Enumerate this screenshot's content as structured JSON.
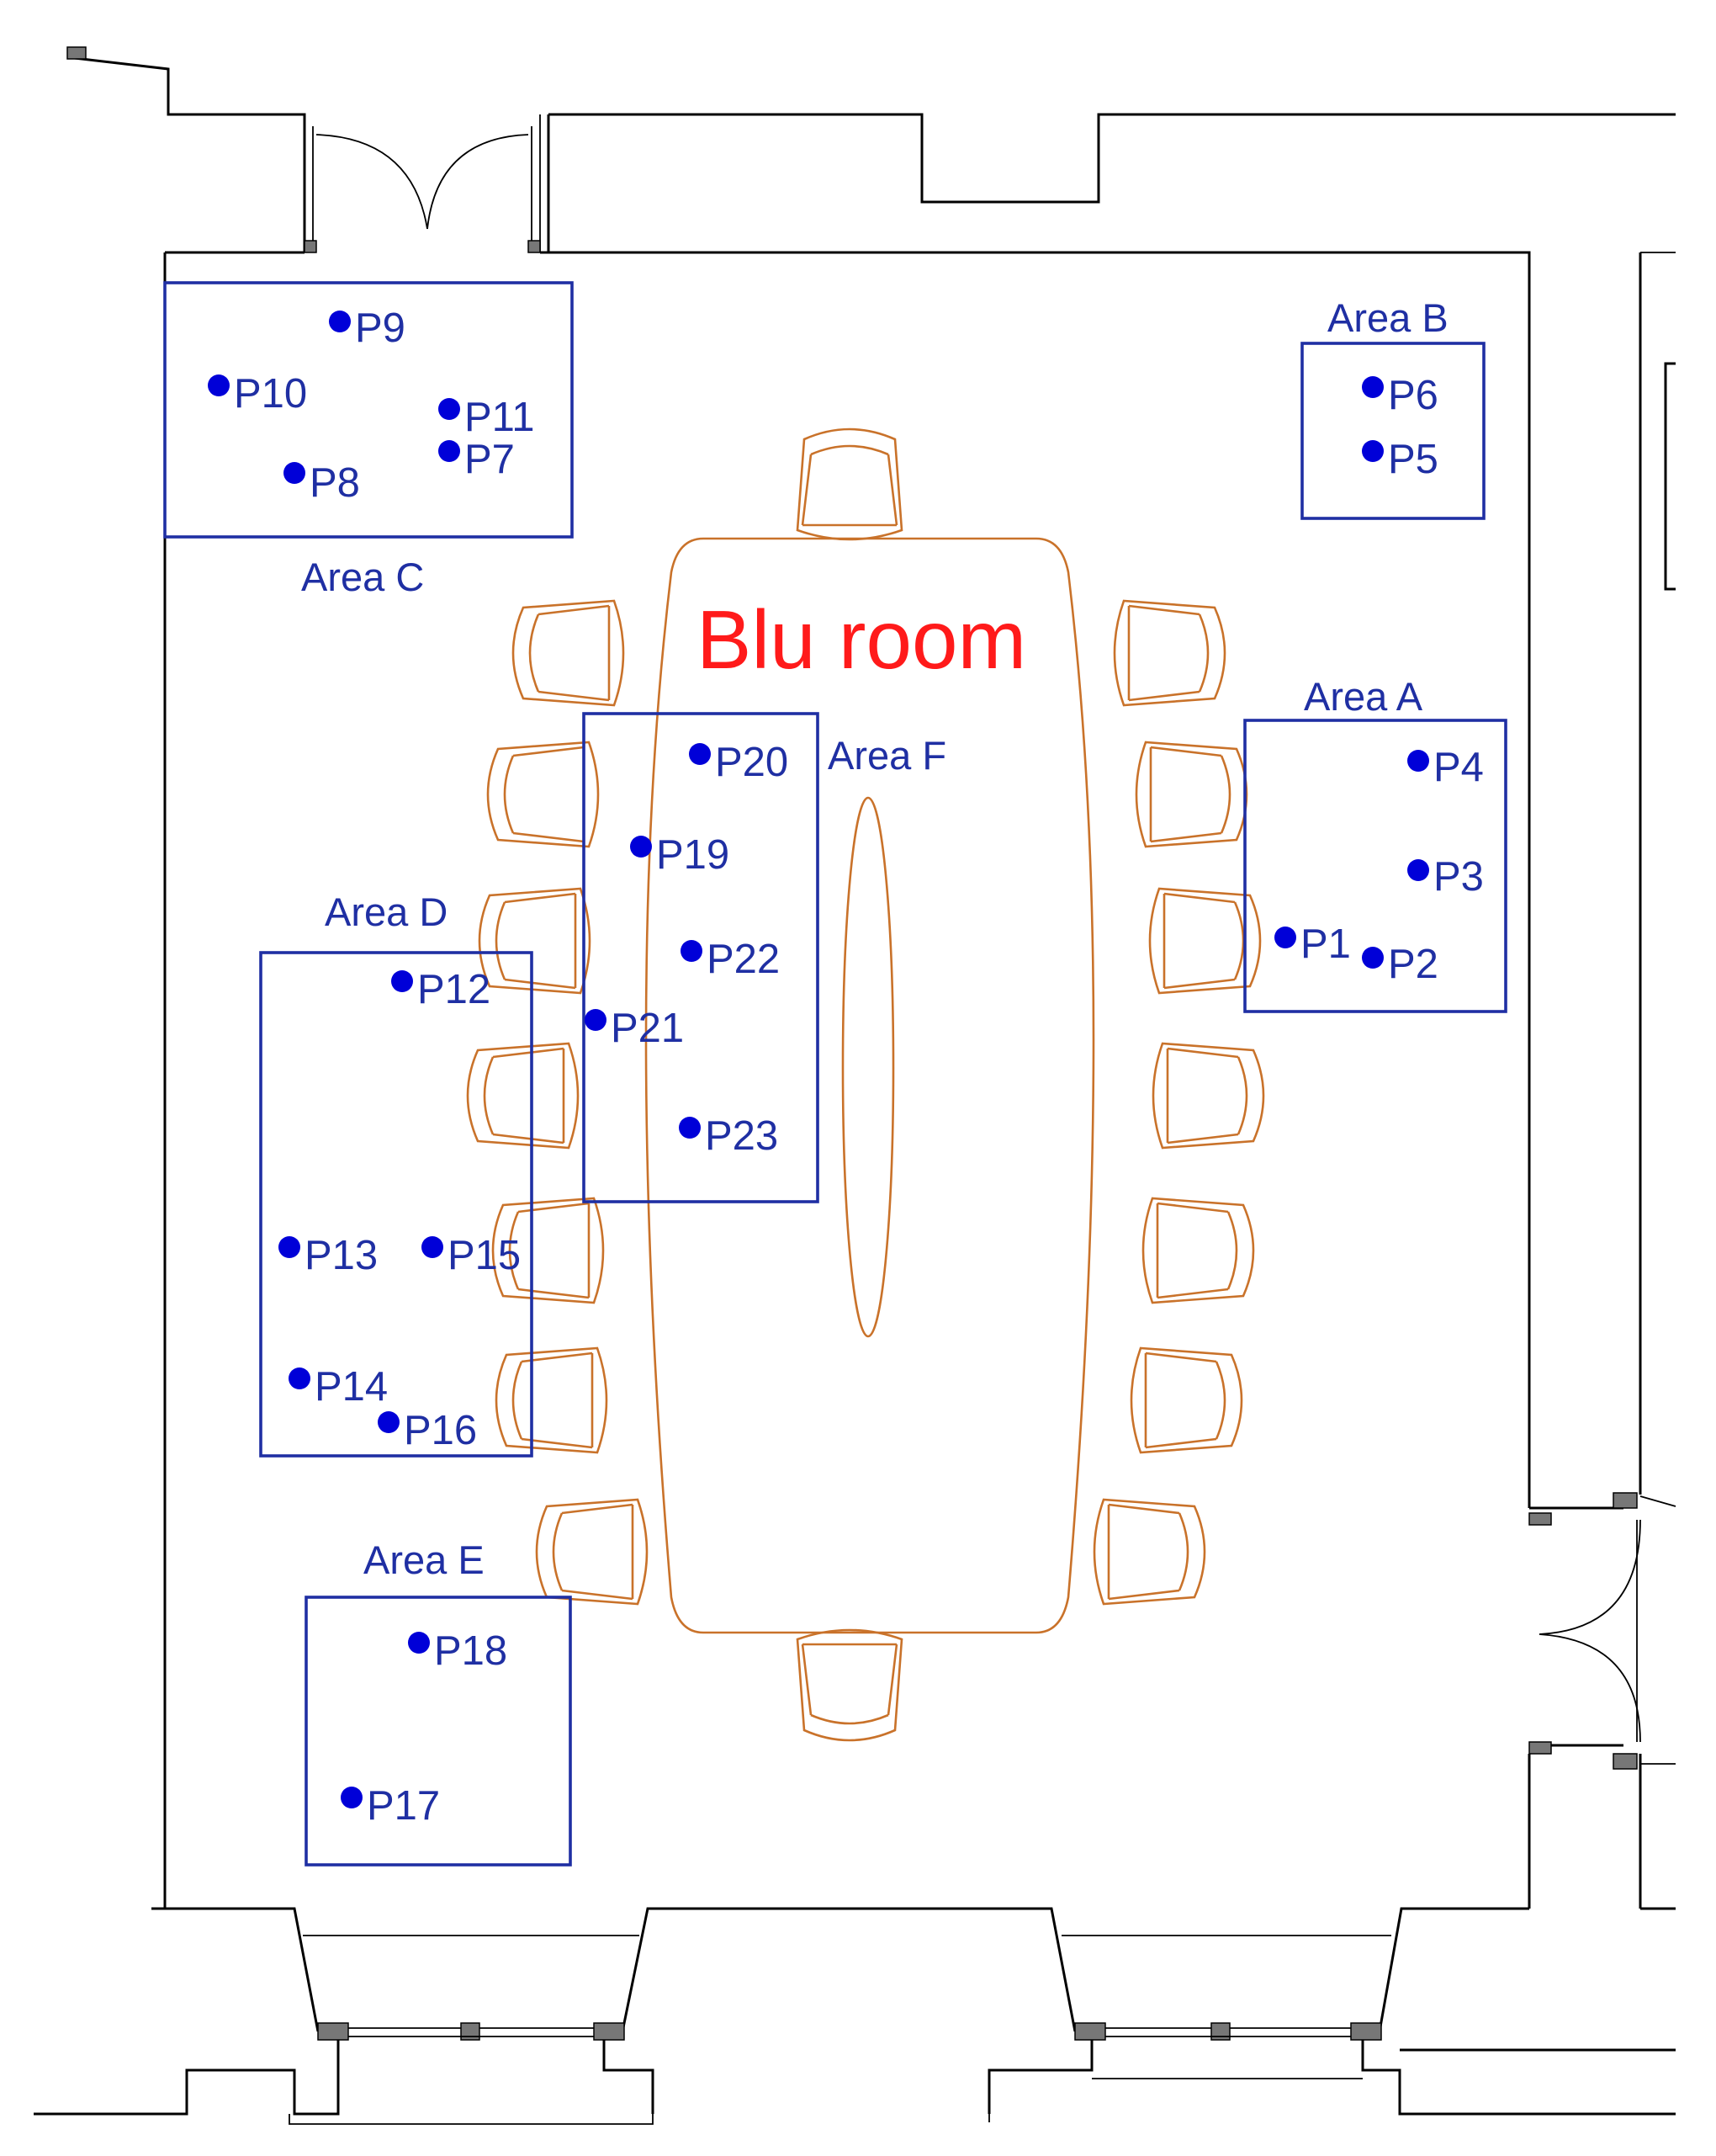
{
  "room": {
    "name": "Blu room",
    "name_color": "#ff1a1a"
  },
  "colors": {
    "area": "#1f2fa3",
    "point": "#0000d8",
    "furniture": "#c9722a",
    "walls": "#000000"
  },
  "areas": {
    "A": {
      "label": "Area A"
    },
    "B": {
      "label": "Area B"
    },
    "C": {
      "label": "Area C"
    },
    "D": {
      "label": "Area D"
    },
    "E": {
      "label": "Area E"
    },
    "F": {
      "label": "Area F"
    }
  },
  "points": {
    "P1": "P1",
    "P2": "P2",
    "P3": "P3",
    "P4": "P4",
    "P5": "P5",
    "P6": "P6",
    "P7": "P7",
    "P8": "P8",
    "P9": "P9",
    "P10": "P10",
    "P11": "P11",
    "P12": "P12",
    "P13": "P13",
    "P14": "P14",
    "P15": "P15",
    "P16": "P16",
    "P17": "P17",
    "P18": "P18",
    "P19": "P19",
    "P20": "P20",
    "P21": "P21",
    "P22": "P22",
    "P23": "P23"
  }
}
